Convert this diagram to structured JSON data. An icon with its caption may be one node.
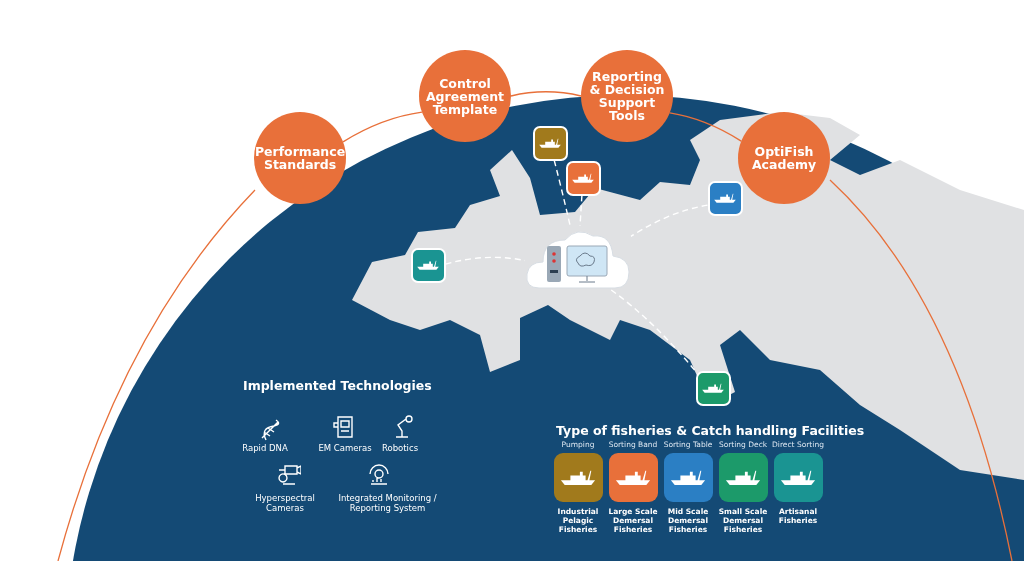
{
  "diagram": {
    "nodes": [
      {
        "text": [
          "Performance Standards"
        ]
      },
      {
        "text": [
          "Control Agreement Template"
        ]
      },
      {
        "text": [
          "Reporting & Decision Support Tools"
        ]
      },
      {
        "text": [
          "OptiFish Academy"
        ]
      },
      {
        "text": [],
        "shape": "picture"
      },
      {
        "text": [],
        "shape": "picture"
      },
      {
        "text": [],
        "shape": "picture"
      },
      {
        "text": [],
        "shape": "picture"
      },
      {
        "text": [],
        "shape": "picture"
      },
      {
        "text": [],
        "shape": "cloud"
      },
      {
        "text": [
          "Pumping",
          "Industrial Pelagic Fisheries"
        ]
      },
      {
        "text": [
          "Sorting Band",
          "Large Scale Demersal Fisheries"
        ]
      },
      {
        "text": [
          "Sorting Table",
          "Mid Scale Demersal Fisheries"
        ]
      },
      {
        "text": [
          "Sorting Deck",
          "Small Scale Demersal Fisheries"
        ]
      },
      {
        "text": [
          "Direct Sorting",
          "Artisanal Fisheries"
        ]
      }
    ],
    "edges": [
      {
        "from": 0,
        "to": 1,
        "arrow": "none",
        "color": "#e8703a"
      },
      {
        "from": 1,
        "to": 2,
        "arrow": "none",
        "color": "#e8703a"
      },
      {
        "from": 2,
        "to": 3,
        "arrow": "none",
        "color": "#e8703a"
      },
      {
        "from": 4,
        "to": 9,
        "arrow": "none",
        "style": "dashed"
      },
      {
        "from": 5,
        "to": 9,
        "arrow": "none",
        "style": "dashed"
      },
      {
        "from": 6,
        "to": 9,
        "arrow": "none",
        "style": "dashed"
      },
      {
        "from": 7,
        "to": 9,
        "arrow": "none",
        "style": "dashed"
      },
      {
        "from": 9,
        "to": 8,
        "arrow": "none",
        "style": "dashed"
      }
    ],
    "labels": [
      "Implemented Technologies",
      "Rapid DNA",
      "EM Cameras",
      "Robotics",
      "Hyperspectral Cameras",
      "Integrated Monitoring / Reporting System",
      "Type of fisheries & Catch handling Facilities"
    ]
  }
}
